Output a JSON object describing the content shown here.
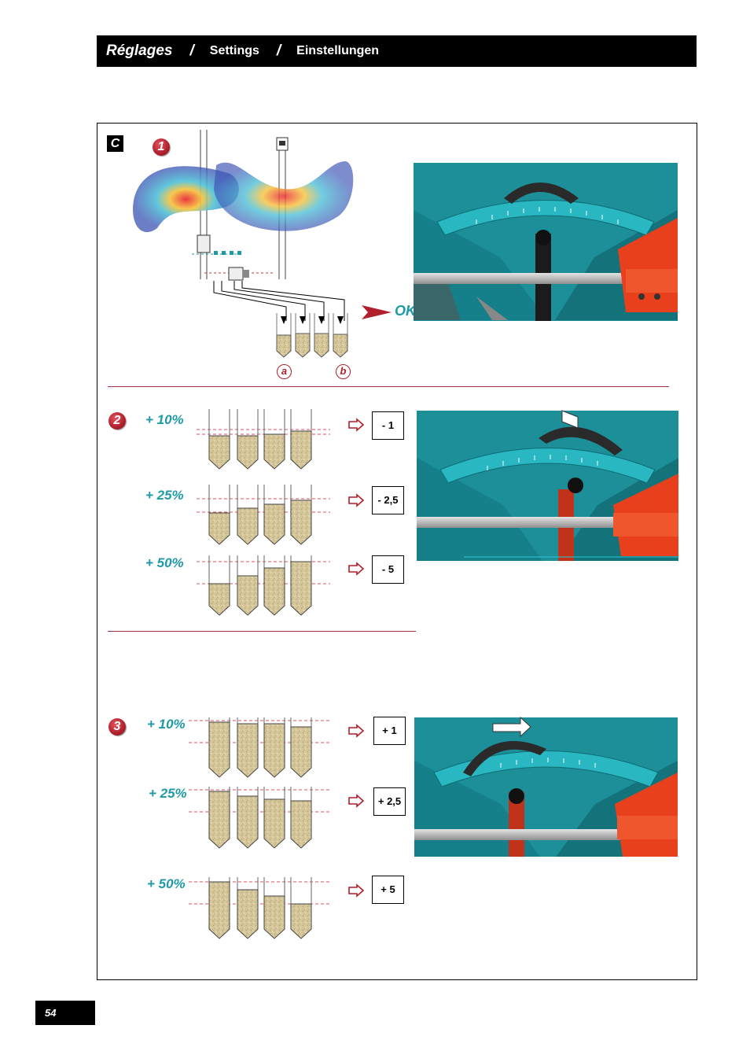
{
  "header": {
    "fr": "Réglages",
    "sep": "/",
    "en": "Settings",
    "de": "Einstellungen"
  },
  "section_letter": "C",
  "step1": {
    "badge": "1",
    "ok_label": "OK",
    "label_a": "a",
    "label_b": "b"
  },
  "step2": {
    "badge": "2",
    "rows": [
      {
        "percent": "+ 10%",
        "value": "- 1"
      },
      {
        "percent": "+ 25%",
        "value": "- 2,5"
      },
      {
        "percent": "+ 50%",
        "value": "- 5"
      }
    ]
  },
  "step3": {
    "badge": "3",
    "rows": [
      {
        "percent": "+ 10%",
        "value": "+ 1"
      },
      {
        "percent": "+ 25%",
        "value": "+ 2,5"
      },
      {
        "percent": "+ 50%",
        "value": "+ 5"
      }
    ]
  },
  "page_number": "54",
  "colors": {
    "teal": "#1e9aa6",
    "red": "#b01f2c",
    "machine_teal": "#1fa3ad",
    "machine_orange": "#e8401c"
  }
}
